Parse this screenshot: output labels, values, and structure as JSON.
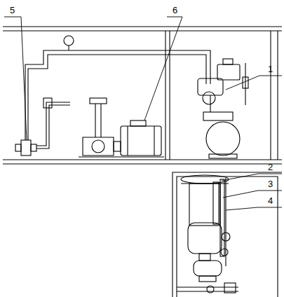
{
  "diagram": {
    "labels": [
      "5",
      "6",
      "1",
      "2",
      "3",
      "4"
    ]
  }
}
